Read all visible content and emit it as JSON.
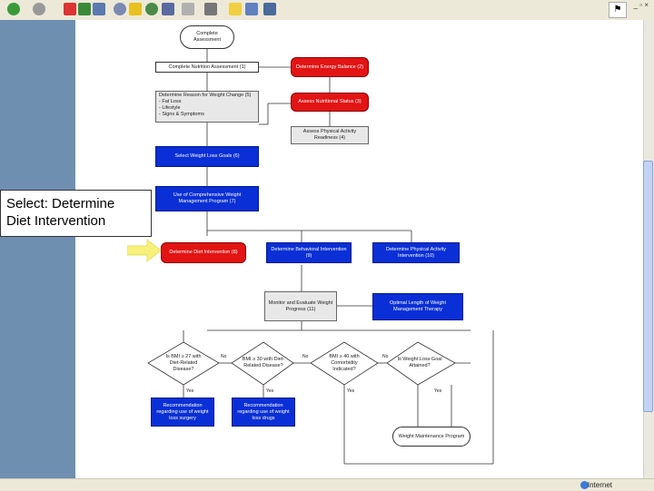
{
  "callout": {
    "line1": "Select: Determine",
    "line2": "Diet Intervention"
  },
  "statusbar": {
    "zone": "Internet"
  },
  "flowchart": {
    "start": "Complete Assessment",
    "complete_nutrition": "Complete Nutrition Assessment (1)",
    "determine_energy": "Determine Energy Balance (2)",
    "assess_nutritional": "Assess Nutritional Status (3)",
    "assess_physical": "Assess Physical Activity Readiness (4)",
    "determine_reasons": "Determine Reason for Weight Change (5)",
    "reasons_list": [
      "- Fat Loss",
      "- Lifestyle",
      "- Signs & Symptoms"
    ],
    "select_goals": "Select Weight Loss Goals (6)",
    "use_comprehensive": "Use of Comprehensive Weight Management Program (7)",
    "determine_diet": "Determine Diet Intervention (8)",
    "determine_behavioral": "Determine Behavioral Intervention (9)",
    "determine_physical": "Determine Physical Activity Intervention (10)",
    "monitor": "Monitor and Evaluate Weight Progress (11)",
    "optimal_length": "Optimal Length of Weight Management Therapy",
    "decision1": "Is BMI ≥ 27 with Diet-Related Disease?",
    "decision2": "BMI ≥ 30 with Diet-Related Disease?",
    "decision3": "BMI ≥ 40 with Comorbidity Indicated?",
    "decision4": "Is Weight Loss Goal Attained?",
    "recommend1": "Recommendation regarding use of weight loss surgery",
    "recommend2": "Recommendation regarding use of weight loss drugs",
    "maintenance": "Weight Maintenance Program",
    "yes": "Yes",
    "no": "No"
  }
}
